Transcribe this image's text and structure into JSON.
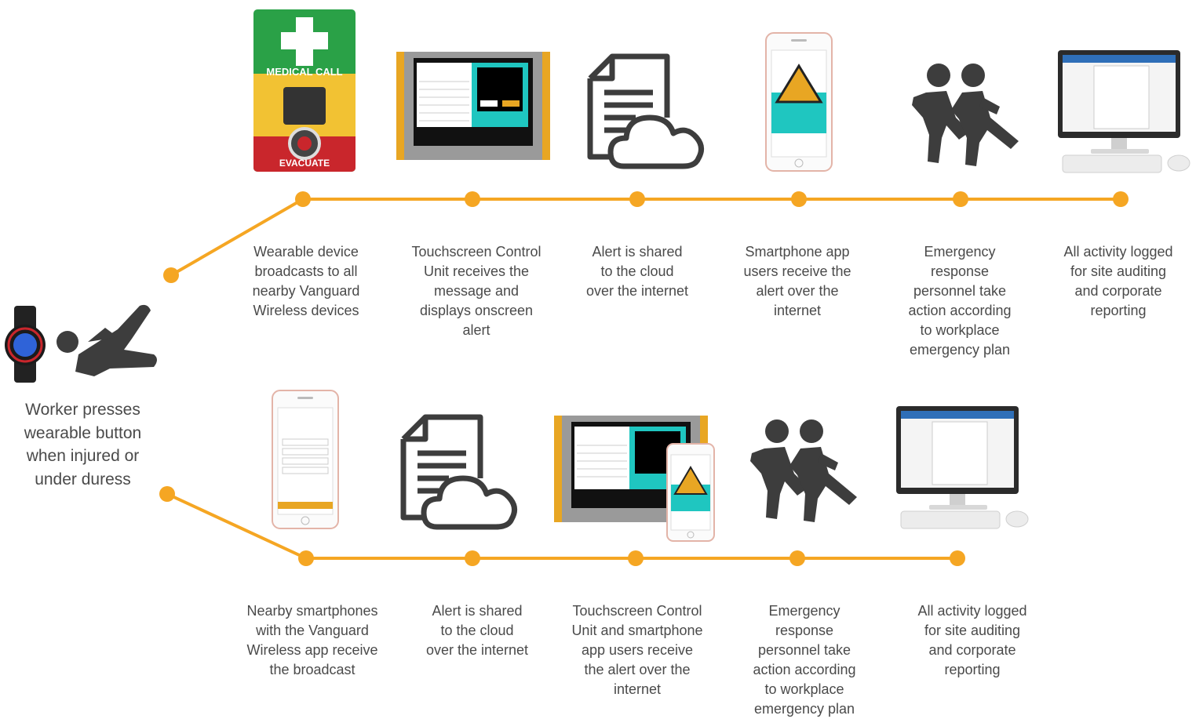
{
  "start": {
    "caption": "Worker presses\nwearable button\nwhen injured or\nunder duress"
  },
  "top_row": [
    {
      "icon": "medical-call-panel-icon",
      "caption": "Wearable device\nbroadcasts to all\nnearby Vanguard\nWireless devices",
      "panel_title": "MEDICAL CALL",
      "panel_footer": "EVACUATE"
    },
    {
      "icon": "touchscreen-control-unit-icon",
      "caption": "Touchscreen Control\nUnit receives the\nmessage and\ndisplays onscreen\nalert"
    },
    {
      "icon": "cloud-document-icon",
      "caption": "Alert is shared\nto the cloud\nover the internet"
    },
    {
      "icon": "smartphone-icon",
      "caption": "Smartphone app\nusers receive the\nalert over the\ninternet"
    },
    {
      "icon": "running-people-icon",
      "caption": "Emergency\nresponse\npersonnel take\naction according\nto workplace\nemergency plan"
    },
    {
      "icon": "desktop-computer-icon",
      "caption": "All activity logged\nfor site auditing\nand corporate\nreporting"
    }
  ],
  "bottom_row": [
    {
      "icon": "smartphone-icon",
      "caption": "Nearby smartphones\nwith the Vanguard\nWireless app receive\nthe broadcast"
    },
    {
      "icon": "cloud-document-icon",
      "caption": "Alert is shared\nto the cloud\nover the internet"
    },
    {
      "icon": "touchscreen-and-phone-icon",
      "caption": "Touchscreen Control\nUnit and smartphone\napp users receive\nthe alert over the\ninternet"
    },
    {
      "icon": "running-people-icon",
      "caption": "Emergency\nresponse\npersonnel take\naction according\nto workplace\nemergency plan"
    },
    {
      "icon": "desktop-computer-icon",
      "caption": "All activity logged\nfor site auditing\nand corporate\nreporting"
    }
  ],
  "colors": {
    "timeline": "#f5a623",
    "icon_dark": "#3d3d3d",
    "text": "#4a4a4a",
    "panel_green": "#2aa147",
    "panel_yellow": "#f2c233",
    "panel_red": "#c9262c",
    "screen_teal": "#1fc6c0"
  }
}
